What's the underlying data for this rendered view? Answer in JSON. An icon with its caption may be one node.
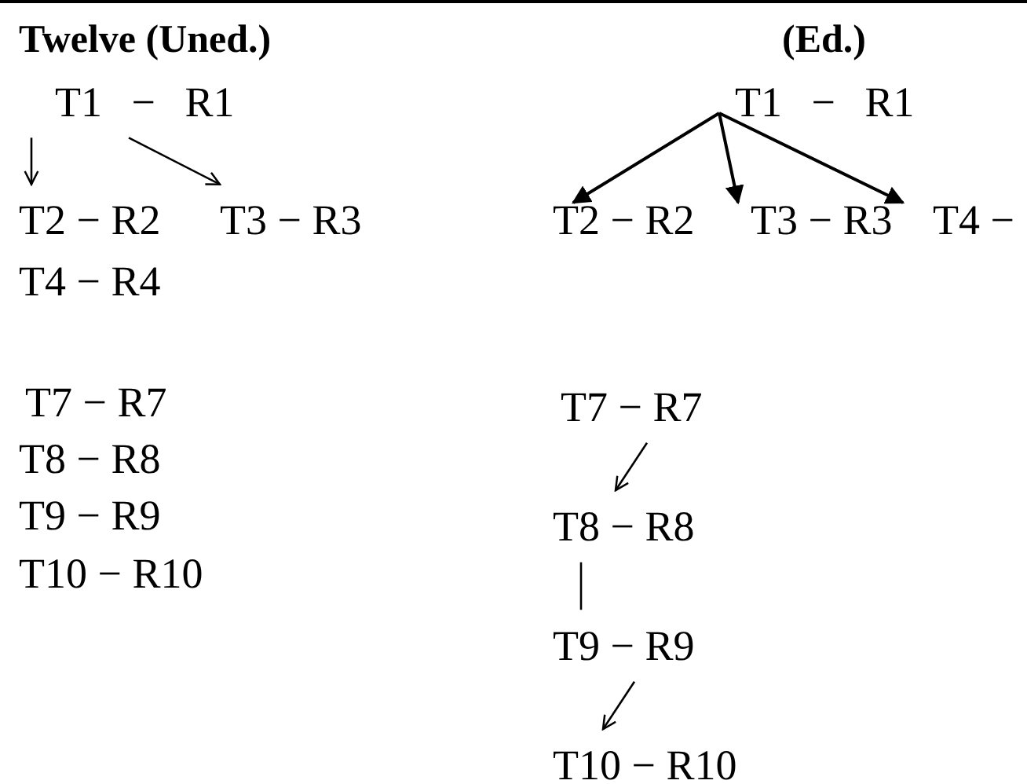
{
  "diagram": {
    "nodes": [
      {
        "text": [
          "T1 − R1"
        ]
      },
      {
        "text": [
          "T2 − R2"
        ]
      },
      {
        "text": [
          "T3 − R3"
        ]
      },
      {
        "text": [
          "T4 − R4"
        ]
      },
      {
        "text": [
          "T7 − R7"
        ]
      },
      {
        "text": [
          "T8 − R8"
        ]
      },
      {
        "text": [
          "T9 − R9"
        ]
      },
      {
        "text": [
          "T10 − R10"
        ]
      },
      {
        "text": [
          "T1 − R1"
        ]
      },
      {
        "text": [
          "T2 − R2"
        ]
      },
      {
        "text": [
          "T3 − R3"
        ]
      },
      {
        "text": [
          "T4 −"
        ]
      },
      {
        "text": [
          "T7 − R7"
        ]
      },
      {
        "text": [
          "T8 − R8"
        ]
      },
      {
        "text": [
          "T9 − R9"
        ]
      },
      {
        "text": [
          "T10 − R10"
        ]
      }
    ],
    "edges": [
      {
        "from": 0,
        "to": 1,
        "arrow": "to"
      },
      {
        "from": 0,
        "to": 2,
        "arrow": "to"
      },
      {
        "from": 8,
        "to": 9,
        "arrow": "to"
      },
      {
        "from": 8,
        "to": 10,
        "arrow": "to"
      },
      {
        "from": 8,
        "to": 11,
        "arrow": "to"
      },
      {
        "from": 12,
        "to": 13,
        "arrow": "to"
      },
      {
        "from": 13,
        "to": 14,
        "arrow": "none"
      },
      {
        "from": 14,
        "to": 15,
        "arrow": "to"
      }
    ],
    "labels": [
      "Twelve (Uned.)",
      "(Ed.)"
    ]
  }
}
